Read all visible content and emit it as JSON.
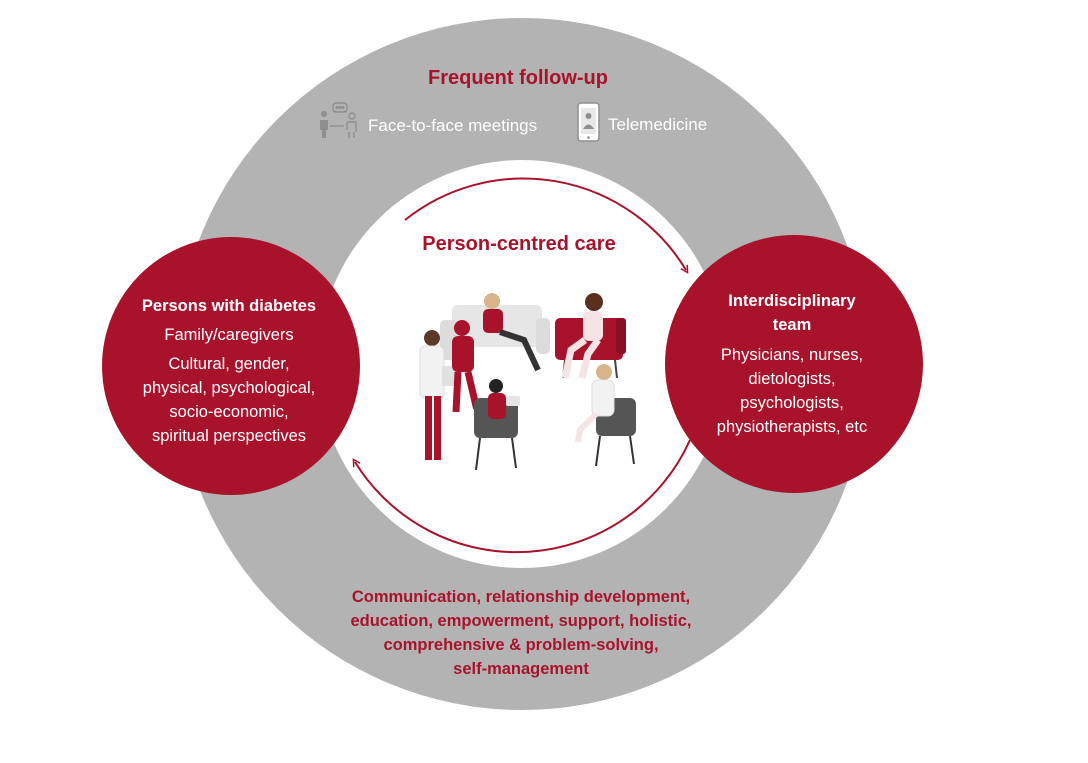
{
  "outer_ring": {
    "title": "Frequent follow-up",
    "channels": [
      {
        "label": "Face-to-face meetings",
        "icon": "face-to-face-meeting-icon"
      },
      {
        "label": "Telemedicine",
        "icon": "telemedicine-phone-icon"
      }
    ],
    "bottom_text": [
      "Communication, relationship development,",
      "education, empowerment, support, holistic,",
      "comprehensive & problem-solving,",
      "self-management"
    ]
  },
  "center": {
    "title": "Person-centred care",
    "illustration": "care-team-group-illustration"
  },
  "left_node": {
    "title": "Persons with diabetes",
    "subtitle": "Family/caregivers",
    "lines": [
      "Cultural, gender,",
      "physical, psychological,",
      "socio-economic,",
      "spiritual perspectives"
    ]
  },
  "right_node": {
    "title_lines": [
      "Interdisciplinary",
      "team"
    ],
    "lines": [
      "Physicians, nurses,",
      "dietologists,",
      "psychologists,",
      "physiotherapists, etc"
    ]
  },
  "colors": {
    "brand_red": "#a8132b",
    "ring_gray": "#b3b3b3",
    "icon_gray": "#9e9e9e",
    "white": "#ffffff"
  }
}
